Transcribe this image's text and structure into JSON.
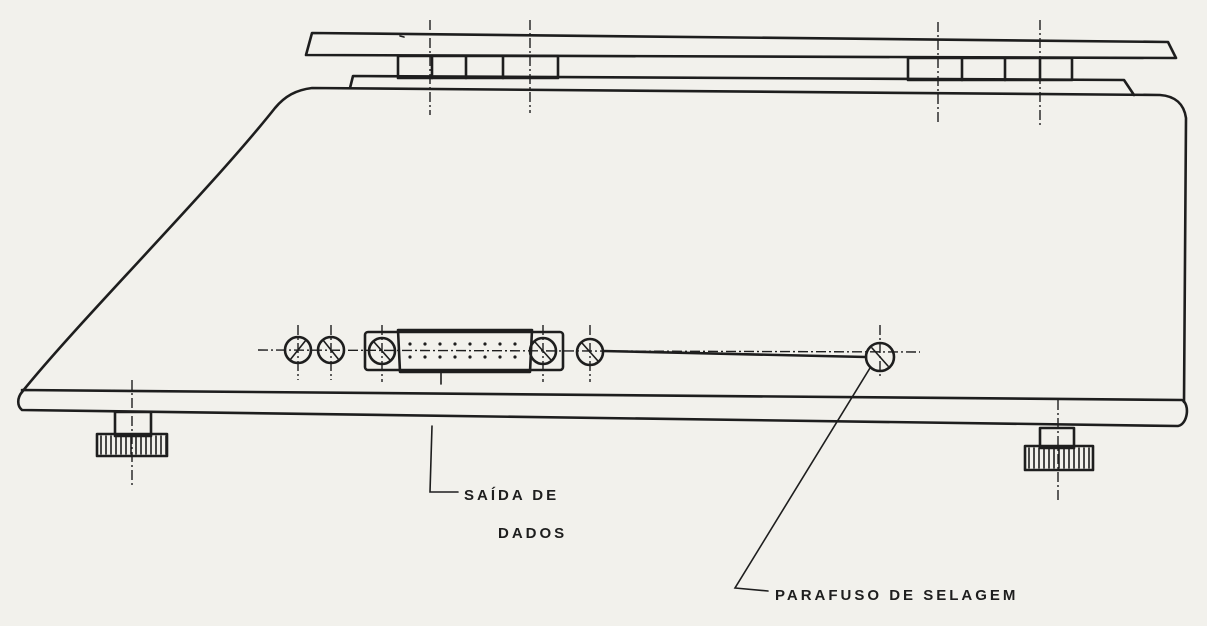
{
  "labels": {
    "data_output_line1": "SAÍDA DE",
    "data_output_line2": "DADOS",
    "sealing_screw": "PARAFUSO DE SELAGEM"
  },
  "colors": {
    "ink": "#1e1e1e",
    "paper": "#f2f1ec"
  }
}
